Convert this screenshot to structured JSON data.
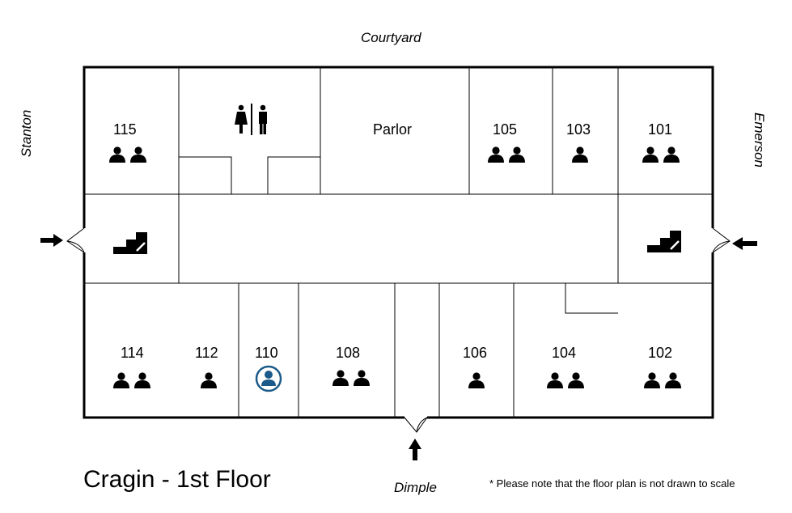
{
  "title": "Cragin - 1st Floor",
  "note": "* Please note that the floor plan is not drawn to scale",
  "directions": {
    "north": "Courtyard",
    "south": "Dimple",
    "west": "Stanton",
    "east": "Emerson"
  },
  "rooms": [
    {
      "id": "115",
      "label": "115",
      "occupants": 2
    },
    {
      "id": "restroom",
      "label": "",
      "occupants": 0,
      "icon": "restroom-icon"
    },
    {
      "id": "parlor",
      "label": "Parlor",
      "occupants": 0
    },
    {
      "id": "105",
      "label": "105",
      "occupants": 2
    },
    {
      "id": "103",
      "label": "103",
      "occupants": 1
    },
    {
      "id": "101",
      "label": "101",
      "occupants": 2
    },
    {
      "id": "114",
      "label": "114",
      "occupants": 2
    },
    {
      "id": "112",
      "label": "112",
      "occupants": 1
    },
    {
      "id": "110",
      "label": "110",
      "occupants": 1,
      "icon": "user-circle-icon",
      "highlight": "#1a5a8a"
    },
    {
      "id": "108",
      "label": "108",
      "occupants": 2
    },
    {
      "id": "106",
      "label": "106",
      "occupants": 1
    },
    {
      "id": "104",
      "label": "104",
      "occupants": 2
    },
    {
      "id": "102",
      "label": "102",
      "occupants": 2
    }
  ],
  "icons": {
    "stairs": "stairs-icon",
    "entrance": "arrow-icon",
    "occupant": "person-icon"
  },
  "colors": {
    "wall": "#000000",
    "highlight": "#1a5a8a"
  }
}
